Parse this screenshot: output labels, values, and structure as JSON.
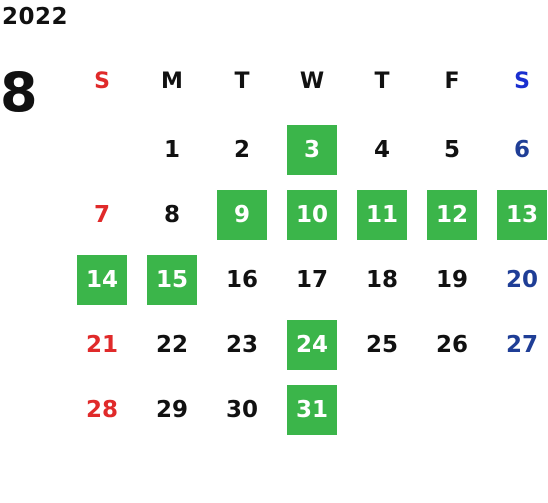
{
  "year": "2022",
  "month": "8",
  "weekdays": [
    "S",
    "M",
    "T",
    "W",
    "T",
    "F",
    "S"
  ],
  "weeks": [
    [
      null,
      {
        "d": "1",
        "hl": false
      },
      {
        "d": "2",
        "hl": false
      },
      {
        "d": "3",
        "hl": true
      },
      {
        "d": "4",
        "hl": false
      },
      {
        "d": "5",
        "hl": false
      },
      {
        "d": "6",
        "hl": false
      }
    ],
    [
      {
        "d": "7",
        "hl": false
      },
      {
        "d": "8",
        "hl": false
      },
      {
        "d": "9",
        "hl": true
      },
      {
        "d": "10",
        "hl": true
      },
      {
        "d": "11",
        "hl": true
      },
      {
        "d": "12",
        "hl": true
      },
      {
        "d": "13",
        "hl": true
      }
    ],
    [
      {
        "d": "14",
        "hl": true
      },
      {
        "d": "15",
        "hl": true
      },
      {
        "d": "16",
        "hl": false
      },
      {
        "d": "17",
        "hl": false
      },
      {
        "d": "18",
        "hl": false
      },
      {
        "d": "19",
        "hl": false
      },
      {
        "d": "20",
        "hl": false
      }
    ],
    [
      {
        "d": "21",
        "hl": false
      },
      {
        "d": "22",
        "hl": false
      },
      {
        "d": "23",
        "hl": false
      },
      {
        "d": "24",
        "hl": true
      },
      {
        "d": "25",
        "hl": false
      },
      {
        "d": "26",
        "hl": false
      },
      {
        "d": "27",
        "hl": false
      }
    ],
    [
      {
        "d": "28",
        "hl": false
      },
      {
        "d": "29",
        "hl": false
      },
      {
        "d": "30",
        "hl": false
      },
      {
        "d": "31",
        "hl": true
      },
      null,
      null,
      null
    ]
  ],
  "colors": {
    "highlight": "#3bb54a",
    "sunday": "#e02a2a",
    "saturday": "#1f3e96",
    "saturday_header": "#1a2fd0"
  }
}
